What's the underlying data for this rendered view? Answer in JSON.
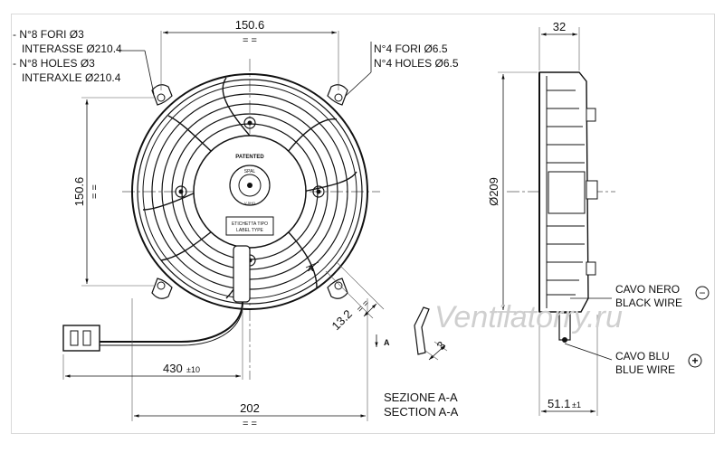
{
  "front_view": {
    "holes_note": {
      "line1": "- N°8 FORI Ø3",
      "line2": "INTERASSE Ø210.4",
      "line3": "- N°8 HOLES Ø3",
      "line4": "INTERAXLE Ø210.4"
    },
    "mount_holes_note": {
      "line1": "N°4 FORI Ø6.5",
      "line2": "N°4 HOLES Ø6.5"
    },
    "dim_top": "150.6",
    "dim_top_sym": "= =",
    "dim_left": "150.6",
    "dim_left_sym": "= =",
    "dim_bottom": "202",
    "dim_bottom_sym": "= =",
    "dim_cable": "430",
    "dim_cable_tol": "±10",
    "dim_diag": "13.2",
    "dim_diag_sym": "= =",
    "section_marker_a": "A",
    "section_marker_a2": "A",
    "hub_text_patented": "PATENTED",
    "hub_text_spal": "SPAL",
    "hub_code": "V-5HO",
    "label_box_line1": "ETICHETTA TIPO",
    "label_box_line2": "LABEL TYPE"
  },
  "section_view": {
    "title_it": "SEZIONE A-A",
    "title_en": "SECTION A-A",
    "dim_3": "3"
  },
  "side_view": {
    "dim_top": "32",
    "dim_diameter": "Ø209",
    "dim_bottom": "51.1",
    "dim_bottom_tol": "±1",
    "black_wire_it": "CAVO NERO",
    "black_wire_en": "BLACK WIRE",
    "black_symbol": "−",
    "blue_wire_it": "CAVO BLU",
    "blue_wire_en": "BLUE WIRE",
    "blue_symbol": "+"
  },
  "watermark": "Ventilatorry.ru"
}
